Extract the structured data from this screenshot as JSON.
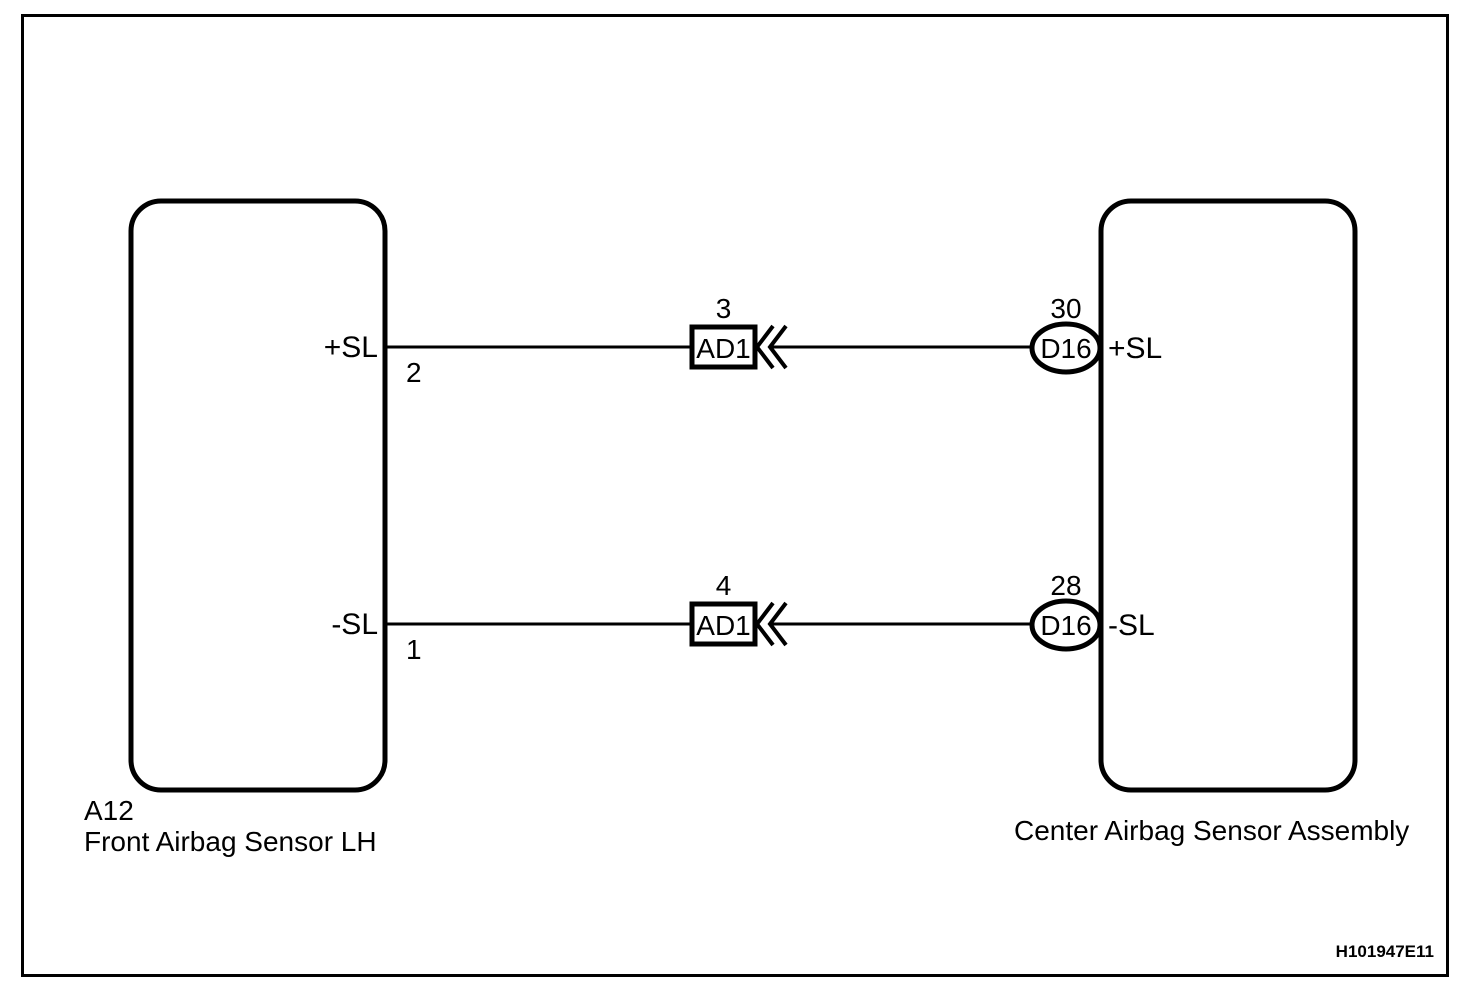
{
  "figure": {
    "code": "H101947E11",
    "frame": {
      "color": "#000000"
    },
    "background": "#ffffff"
  },
  "components": [
    {
      "id": "left-component",
      "code": "A12",
      "name": "Front Airbag Sensor LH",
      "terminals": [
        {
          "label": "+SL",
          "pin": "2"
        },
        {
          "label": "-SL",
          "pin": "1"
        }
      ]
    },
    {
      "id": "right-component",
      "code": "",
      "name": "Center Airbag Sensor Assembly",
      "terminals": [
        {
          "label": "+SL",
          "pin": "30",
          "connector": "D16"
        },
        {
          "label": "-SL",
          "pin": "28",
          "connector": "D16"
        }
      ]
    }
  ],
  "wires": [
    {
      "id": "wire-upper",
      "from_pin": "2",
      "from_terminal": "+SL",
      "to_pin": "30",
      "to_terminal": "+SL",
      "splice": {
        "label": "AD1",
        "number": "3"
      },
      "connector": {
        "label": "D16",
        "number": "30"
      }
    },
    {
      "id": "wire-lower",
      "from_pin": "1",
      "from_terminal": "-SL",
      "to_pin": "28",
      "to_terminal": "-SL",
      "splice": {
        "label": "AD1",
        "number": "4"
      },
      "connector": {
        "label": "D16",
        "number": "28"
      }
    }
  ],
  "labels": {
    "upper_splice_number": "3",
    "upper_splice_name": "AD1",
    "lower_splice_number": "4",
    "lower_splice_name": "AD1",
    "upper_connector_number": "30",
    "upper_connector_name": "D16",
    "lower_connector_number": "28",
    "lower_connector_name": "D16",
    "left_upper_terminal": "+SL",
    "left_upper_pin": "2",
    "left_lower_terminal": "-SL",
    "left_lower_pin": "1",
    "right_upper_terminal": "+SL",
    "right_lower_terminal": "-SL",
    "left_component_code": "A12",
    "left_component_name": "Front Airbag Sensor LH",
    "right_component_name": "Center Airbag Sensor Assembly",
    "figure_code": "H101947E11"
  }
}
